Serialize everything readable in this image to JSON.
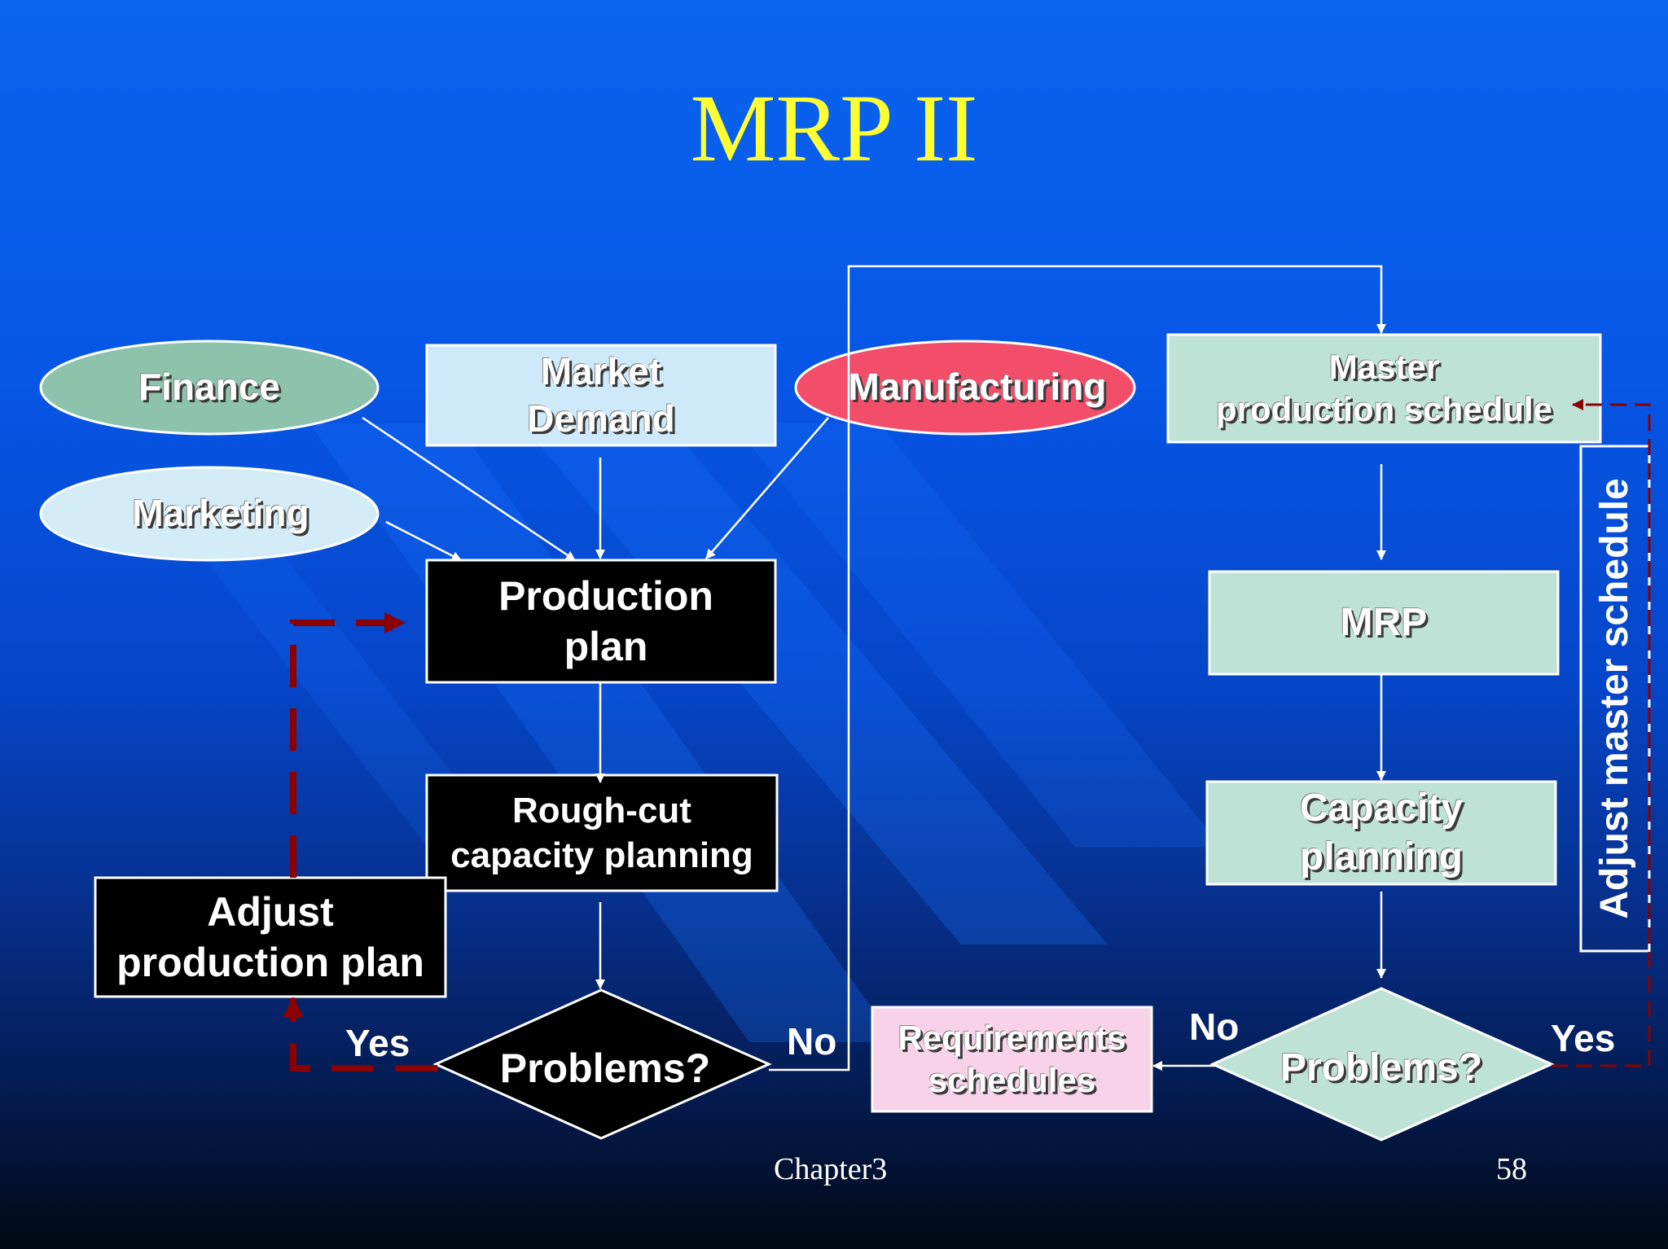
{
  "title": "MRP II",
  "colors": {
    "title": "#ffff33",
    "finance": "#8dc3ad",
    "marketing": "#d4ecf7",
    "market_demand": "#cde9fa",
    "manufacturing": "#f24d69",
    "mint_box": "#bfe2d6",
    "requirements": "#f7d2e8",
    "black_box": "#000000",
    "dashed_arrow": "#8b0000"
  },
  "nodes": {
    "finance": "Finance",
    "marketing": "Marketing",
    "market_demand": "Market\nDemand",
    "manufacturing": "Manufacturing",
    "production_plan": "Production\nplan",
    "rough_cut": "Rough-cut\ncapacity planning",
    "adjust_production_plan": "Adjust\nproduction plan",
    "problems_left": "Problems?",
    "master_production_schedule": "Master\nproduction schedule",
    "mrp": "MRP",
    "capacity_planning": "Capacity\nplanning",
    "requirements_schedules": "Requirements\nschedules",
    "problems_right": "Problems?",
    "adjust_master_schedule": "Adjust master schedule"
  },
  "edge_labels": {
    "yes_left": "Yes",
    "no_left": "No",
    "no_right": "No",
    "yes_right": "Yes"
  },
  "footer": {
    "chapter": "Chapter3",
    "page": "58"
  }
}
